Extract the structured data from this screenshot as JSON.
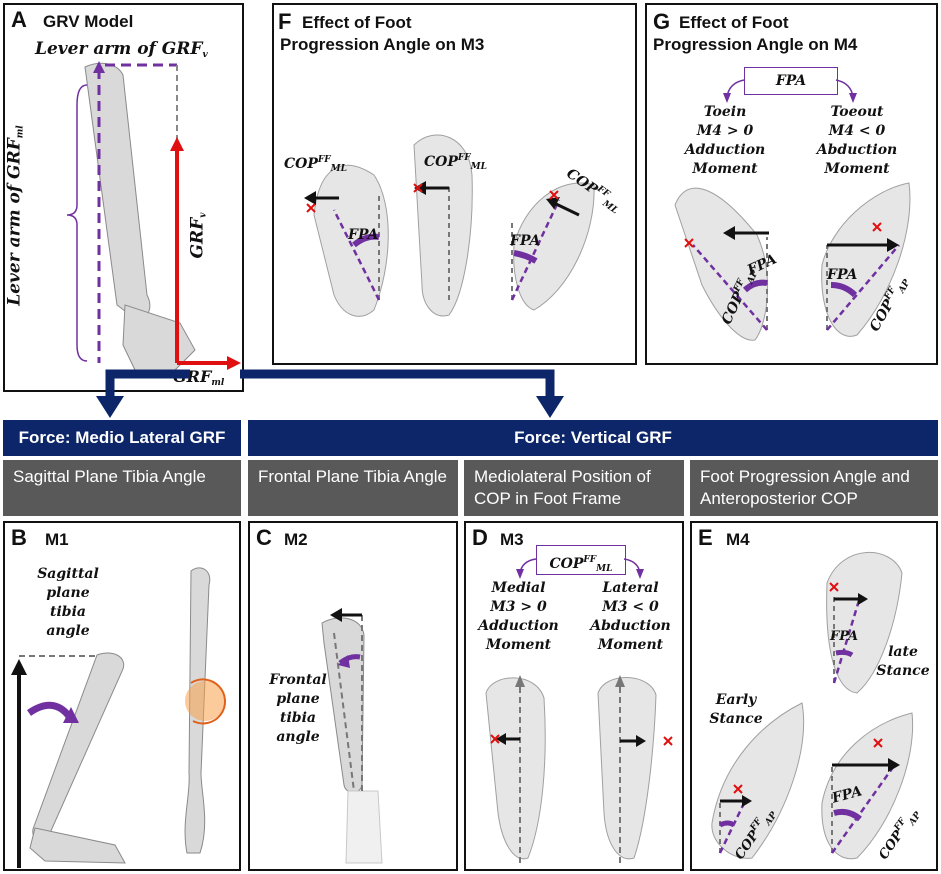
{
  "panelA": {
    "letter": "A",
    "title": "GRV Model",
    "lever_arm_grfv_text": "Lever arm of GRF",
    "lever_arm_grfv_sub": "v",
    "lever_arm_grfml_text": "Lever arm of GRF",
    "lever_arm_grfml_sub": "ml",
    "grfv_label": "GRF",
    "grfv_sub": "v",
    "grfml_label": "GRF",
    "grfml_sub": "ml"
  },
  "panelF": {
    "letter": "F",
    "title_line1": "Effect of Foot",
    "title_line2": "Progression Angle on M3",
    "cop_main": "COP",
    "cop_sup": "FF",
    "cop_sub": "ML",
    "fpa": "FPA"
  },
  "panelG": {
    "letter": "G",
    "title_line1": "Effect of Foot",
    "title_line2": "Progression Angle on M4",
    "fpa_box": "FPA",
    "left_label": [
      "Toein",
      "M4 > 0",
      "Adduction",
      "Moment"
    ],
    "right_label": [
      "Toeout",
      "M4 < 0",
      "Abduction",
      "Moment"
    ],
    "cop_main": "COP",
    "cop_sup": "FF",
    "cop_sub": "AP",
    "fpa": "FPA"
  },
  "bars": {
    "force_ml": "Force: Medio Lateral GRF",
    "force_v": "Force: Vertical GRF",
    "sagittal": "Sagittal Plane Tibia Angle",
    "frontal": "Frontal Plane Tibia Angle",
    "mediolateral": "Mediolateral Position of COP in Foot Frame",
    "fpa_ap": "Foot Progression Angle and Anteroposterior COP"
  },
  "panelB": {
    "letter": "B",
    "metric": "M1",
    "label": [
      "Sagittal",
      "plane",
      "tibia",
      "angle"
    ]
  },
  "panelC": {
    "letter": "C",
    "metric": "M2",
    "label": [
      "Frontal",
      "plane",
      "tibia",
      "angle"
    ]
  },
  "panelD": {
    "letter": "D",
    "metric": "M3",
    "cop_main": "COP",
    "cop_sup": "FF",
    "cop_sub": "ML",
    "left_label": [
      "Medial",
      "M3 > 0",
      "Adduction",
      "Moment"
    ],
    "right_label": [
      "Lateral",
      "M3 < 0",
      "Abduction",
      "Moment"
    ]
  },
  "panelE": {
    "letter": "E",
    "metric": "M4",
    "late_label": [
      "late",
      "Stance"
    ],
    "early_label": [
      "Early",
      "Stance"
    ],
    "fpa": "FPA",
    "cop_main": "COP",
    "cop_sup": "FF",
    "cop_sub": "AP"
  },
  "colors": {
    "navy": "#0d2669",
    "gray_bar": "#595959",
    "purple": "#7030a0",
    "red": "#e01010",
    "bone": "#d9d9d9"
  }
}
